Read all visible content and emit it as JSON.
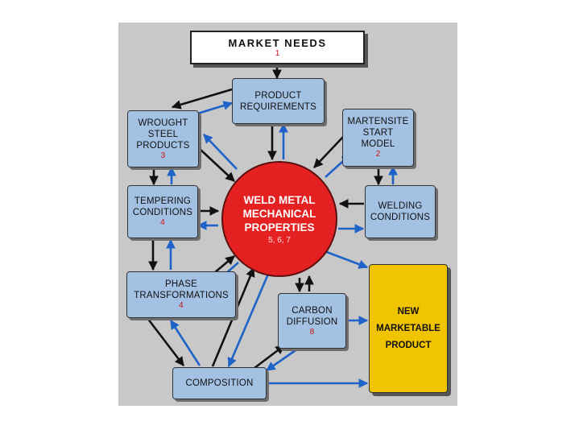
{
  "colors": {
    "panel": "#c8c8c8",
    "box": "#a3c1e3",
    "circle": "#e42020",
    "product": "#f0c400",
    "arrow_black": "#111111",
    "arrow_blue": "#1f63c9"
  },
  "market_needs": {
    "label": "MARKET NEEDS",
    "ref": "1"
  },
  "product_requirements": {
    "label": "PRODUCT\nREQUIREMENTS"
  },
  "wrought_steel": {
    "label": "WROUGHT\nSTEEL\nPRODUCTS",
    "ref": "3"
  },
  "martensite": {
    "label": "MARTENSITE\nSTART\nMODEL",
    "ref": "2"
  },
  "tempering": {
    "label": "TEMPERING\nCONDITIONS",
    "ref": "4"
  },
  "welding": {
    "label": "WELDING\nCONDITIONS"
  },
  "weld_metal": {
    "label": "WELD METAL\nMECHANICAL\nPROPERTIES",
    "ref": "5, 6, 7"
  },
  "phase": {
    "label": "PHASE\nTRANSFORMATIONS",
    "ref": "4"
  },
  "carbon": {
    "label": "CARBON\nDIFFUSION",
    "ref": "8"
  },
  "composition": {
    "label": "COMPOSITION"
  },
  "new_product": {
    "label": "NEW\nMARKETABLE\nPRODUCT"
  }
}
